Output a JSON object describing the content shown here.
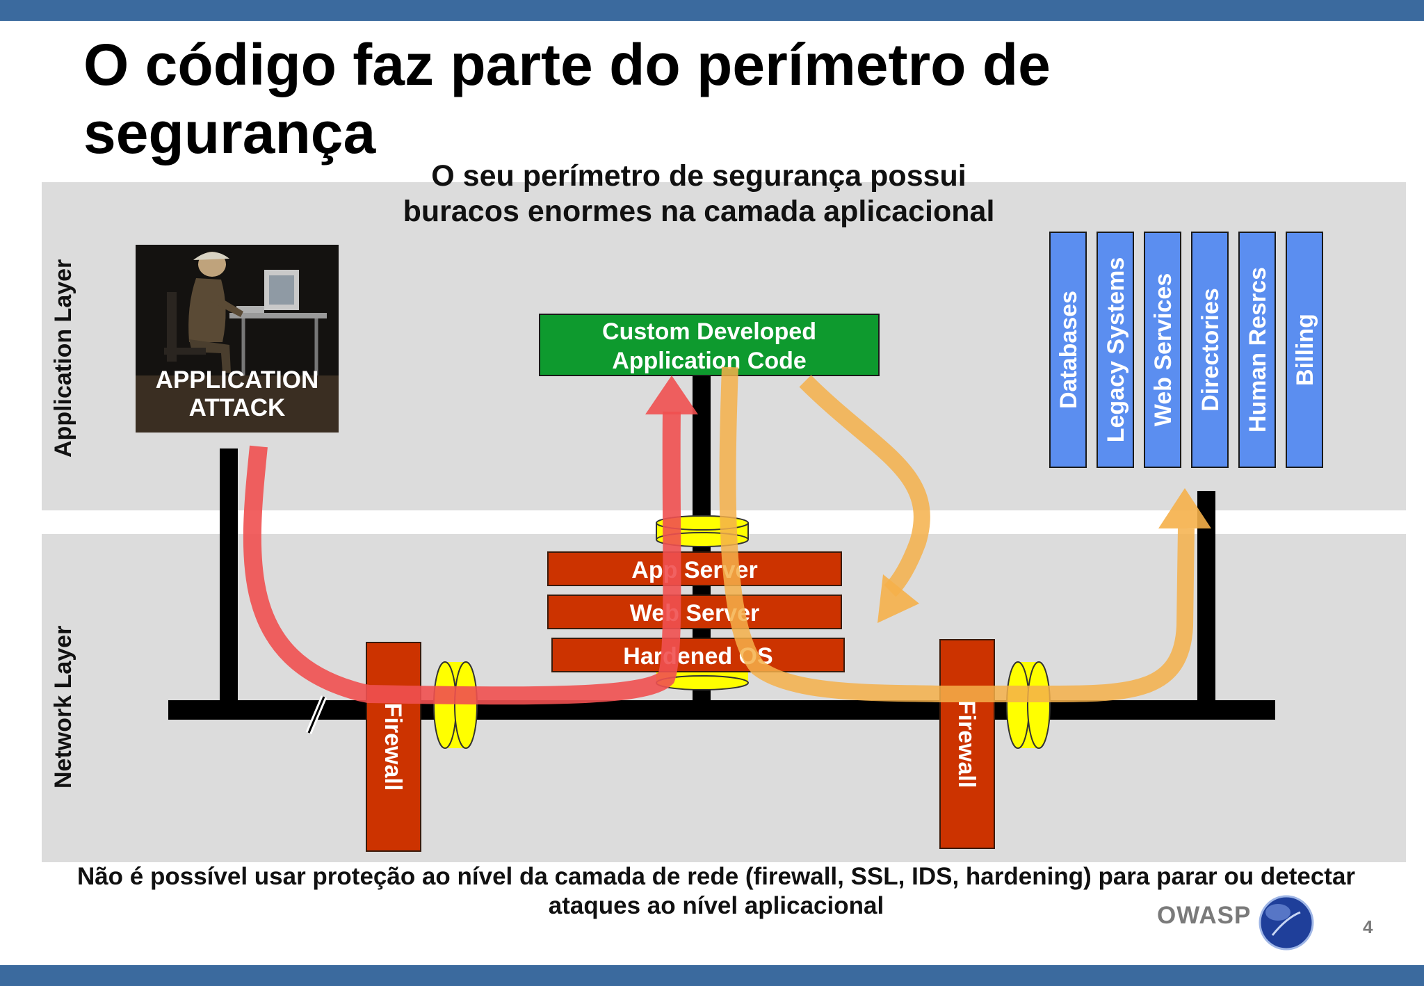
{
  "slide": {
    "title": "O código faz parte do perímetro de segurança",
    "subtitle": "O seu perímetro de segurança possui buracos enormes na camada aplicacional",
    "footer": "Não é possível usar proteção ao nível da camada de rede (firewall, SSL, IDS, hardening) para parar ou detectar ataques ao nível aplicacional",
    "logo_text": "OWASP",
    "page_number": "4"
  },
  "layers": {
    "application": "Application Layer",
    "network": "Network Layer"
  },
  "attack": {
    "line1": "APPLICATION",
    "line2": "ATTACK"
  },
  "app_code": {
    "line1": "Custom Developed",
    "line2": "Application Code"
  },
  "stack": [
    "App Server",
    "Web Server",
    "Hardened OS"
  ],
  "firewalls": [
    "Firewall",
    "Firewall"
  ],
  "resources": [
    "Databases",
    "Legacy Systems",
    "Web Services",
    "Directories",
    "Human Resrcs",
    "Billing"
  ],
  "colors": {
    "header_bar": "#3b6a9e",
    "layer_background": "#dcdcdc",
    "app_code_box": "#0e9a2e",
    "server_box": "#cc3300",
    "resource_box": "#5b8ef0",
    "attack_path": "#f05050",
    "response_path": "#f5b04a",
    "ssl_cylinder": "#ffff00"
  }
}
